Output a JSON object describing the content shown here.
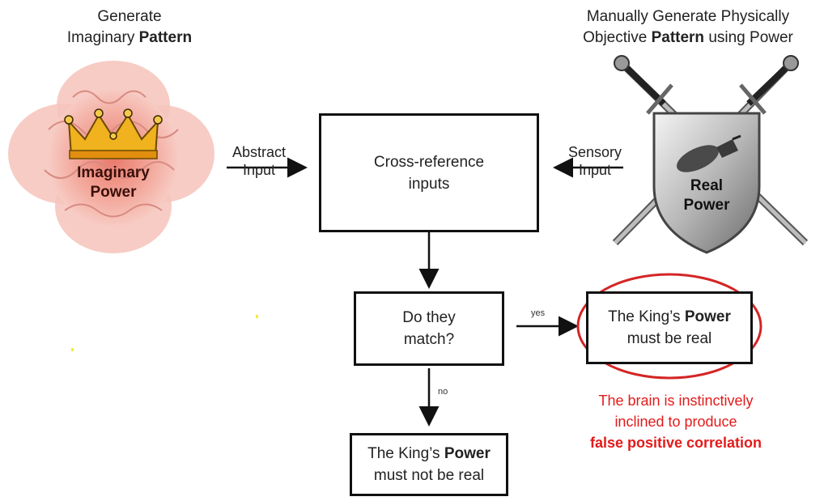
{
  "left_heading": {
    "line1": "Generate",
    "line2_pre": "Imaginary ",
    "line2_bold": "Pattern"
  },
  "right_heading": {
    "line1": "Manually Generate Physically",
    "line2_pre": "Objective ",
    "line2_bold": "Pattern",
    "line2_post": " using Power"
  },
  "brain": {
    "icon": "brain-with-crown-icon",
    "label_line1": "Imaginary",
    "label_line2": "Power"
  },
  "shield": {
    "icon": "shield-with-swords-icon",
    "label_line1": "Real",
    "label_line2": "Power"
  },
  "abstract_input": {
    "line1": "Abstract",
    "line2": "Input"
  },
  "sensory_input": {
    "line1": "Sensory",
    "line2": "Input"
  },
  "cross_ref_box": {
    "line1": "Cross-reference",
    "line2": "inputs"
  },
  "match_box": {
    "line1": "Do they",
    "line2": "match?"
  },
  "yes_label": "yes",
  "no_label": "no",
  "real_box": {
    "line1_pre": "The King’s ",
    "line1_bold": "Power",
    "line2": "must be real"
  },
  "not_real_box": {
    "line1_pre": "The King’s ",
    "line1_bold": "Power",
    "line2": "must not be real"
  },
  "red_note": {
    "line1": "The brain is instinctively",
    "line2": "inclined to produce",
    "line3_bold": "false positive correlation"
  },
  "colors": {
    "accent_red": "#e31b1b",
    "box_border": "#111111",
    "brain_pink": "#f2b8b0",
    "crown_gold": "#e8a417"
  }
}
